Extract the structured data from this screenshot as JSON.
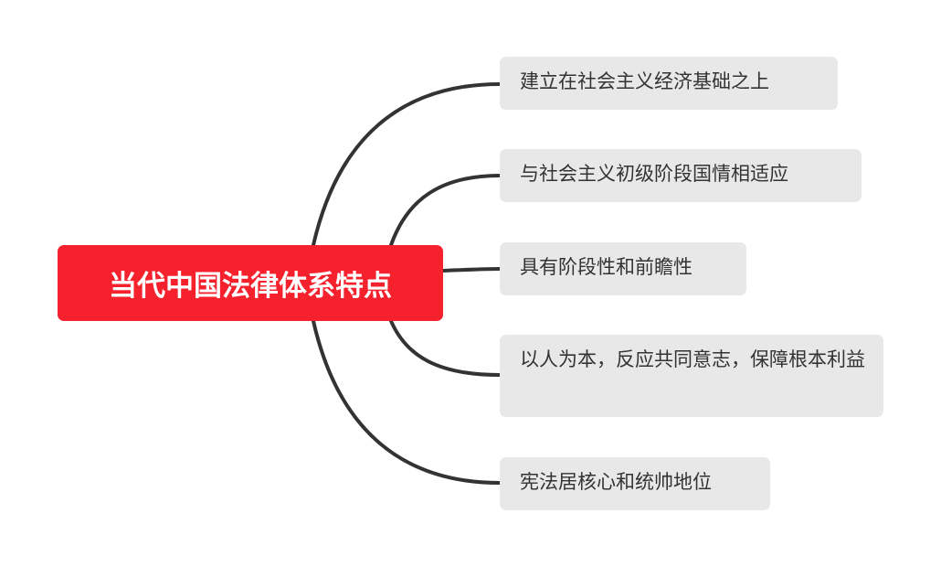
{
  "mindmap": {
    "root": {
      "label": "当代中国法律体系特点",
      "color": "#f5222d",
      "text_color": "#ffffff"
    },
    "branch_color": "#333333",
    "topic_bg": "#e8e8e8",
    "topics": [
      {
        "label": "建立在社会主义经济基础之上"
      },
      {
        "label": "与社会主义初级阶段国情相适应"
      },
      {
        "label": "具有阶段性和前瞻性"
      },
      {
        "label": "以人为本，反应共同意志，保障根本利益"
      },
      {
        "label": "宪法居核心和统帅地位"
      }
    ]
  }
}
